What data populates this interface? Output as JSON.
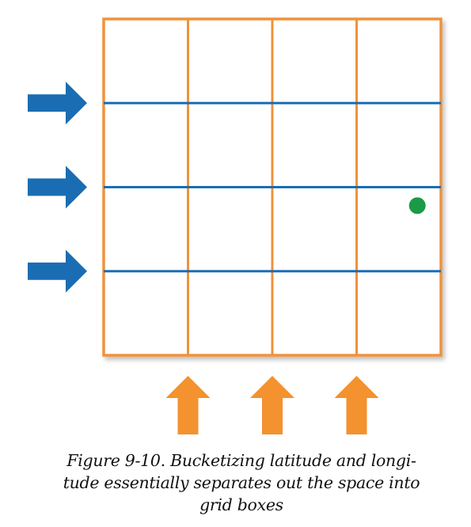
{
  "colors": {
    "grid_border": "#F0923A",
    "latitude_lines": "#1A6DB3",
    "west_arrows": "#1A6DB3",
    "south_arrows": "#F3922E",
    "point": "#1B9A47",
    "box_fill": "#ffffff"
  },
  "grid": {
    "columns": 4,
    "rows": 4,
    "point_cell": {
      "column": 3,
      "row": 2
    }
  },
  "arrows": {
    "left_count": 3,
    "left_icon": "arrow-right-icon",
    "bottom_count": 3,
    "bottom_icon": "arrow-up-icon"
  },
  "caption": {
    "line1": "Figure 9-10. Bucketizing latitude and longi-",
    "line2": "tude essentially separates out the space into",
    "line3": "grid boxes"
  }
}
